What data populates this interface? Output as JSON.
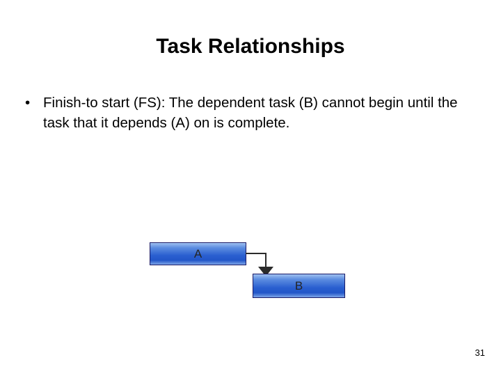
{
  "slide": {
    "title": "Task Relationships",
    "bullets": [
      {
        "marker": "•",
        "text": "Finish-to start (FS): The dependent task (B) cannot begin until the task that it depends (A) on is complete."
      }
    ],
    "diagram": {
      "boxes": [
        {
          "id": "A",
          "label": "A"
        },
        {
          "id": "B",
          "label": "B"
        }
      ],
      "connector": "finish-to-start-arrow",
      "box_fill_color": "#2a5fd0",
      "box_border_color": "#1a1a66",
      "arrow_color": "#2b2b2b"
    },
    "page_number": "31"
  }
}
